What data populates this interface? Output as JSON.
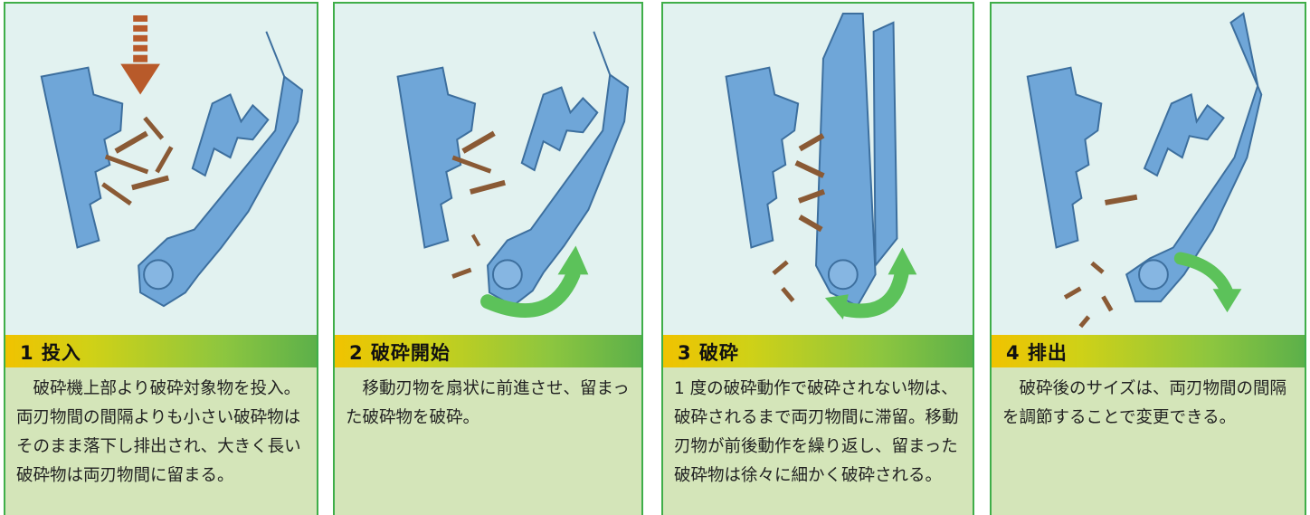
{
  "steps": [
    {
      "title": "1 投入",
      "text": "　破砕機上部より破砕対象物を投入。両刃物間の間隔よりも小さい破砕物はそのまま落下し排出され、大きく長い破砕物は両刃物間に留まる。"
    },
    {
      "title": "2 破砕開始",
      "text": "　移動刃物を扇状に前進させ、留まった破砕物を破砕。"
    },
    {
      "title": "3 破砕",
      "text": "1 度の破砕動作で破砕されない物は、破砕されるまで両刃物間に滞留。移動刃物が前後動作を繰り返し、留まった破砕物は徐々に細かく破砕される。"
    },
    {
      "title": "4 排出",
      "text": "　破砕後のサイズは、両刃物間の間隔を調節することで変更できる。"
    }
  ],
  "colors": {
    "blade": "#6fa6d8",
    "blade_edge": "#3d6f9e",
    "debris": "#8a5a35",
    "arrow_down": "#b85a2a",
    "arrow_rotate": "#5cc25a",
    "border": "#3fae49"
  },
  "icons": [
    "down-arrow-icon",
    "rotate-forward-icon",
    "rotate-back-icon",
    "rotate-open-icon"
  ]
}
